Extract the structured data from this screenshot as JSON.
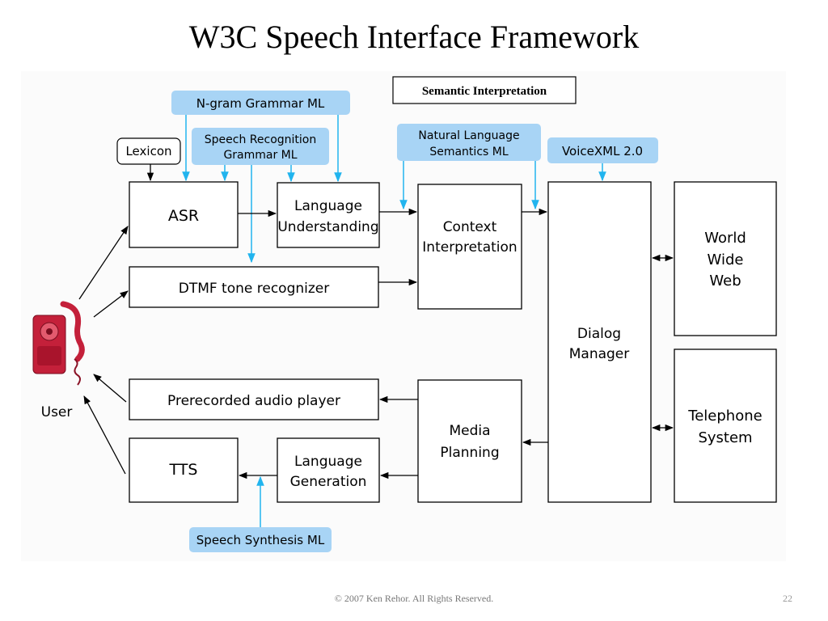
{
  "slide": {
    "title": "W3C Speech Interface Framework",
    "footer": "© 2007 Ken Rehor. All Rights Reserved.",
    "page_number": "22"
  },
  "diagram": {
    "labels": {
      "semantic_interpretation": "Semantic Interpretation",
      "ngram_grammar": "N-gram Grammar ML",
      "srgs_line1": "Speech Recognition",
      "srgs_line2": "Grammar ML",
      "nl_semantics_line1": "Natural Language",
      "nl_semantics_line2": "Semantics ML",
      "voicexml": "VoiceXML 2.0",
      "lexicon": "Lexicon",
      "ssml": "Speech Synthesis ML",
      "user": "User"
    },
    "components": {
      "asr": "ASR",
      "lu_line1": "Language",
      "lu_line2": "Understanding",
      "ci_line1": "Context",
      "ci_line2": "Interpretation",
      "dtmf": "DTMF tone recognizer",
      "dm_line1": "Dialog",
      "dm_line2": "Manager",
      "www_line1": "World",
      "www_line2": "Wide",
      "www_line3": "Web",
      "tel_line1": "Telephone",
      "tel_line2": "System",
      "audio": "Prerecorded audio player",
      "mp_line1": "Media",
      "mp_line2": "Planning",
      "tts": "TTS",
      "lg_line1": "Language",
      "lg_line2": "Generation"
    },
    "colors": {
      "markup_label_fill": "#a8d4f5",
      "markup_arrow": "#21b4ee",
      "box_stroke": "#000000",
      "phone": "#c4203a"
    },
    "icons": {
      "user_device": "telephone-icon"
    }
  }
}
